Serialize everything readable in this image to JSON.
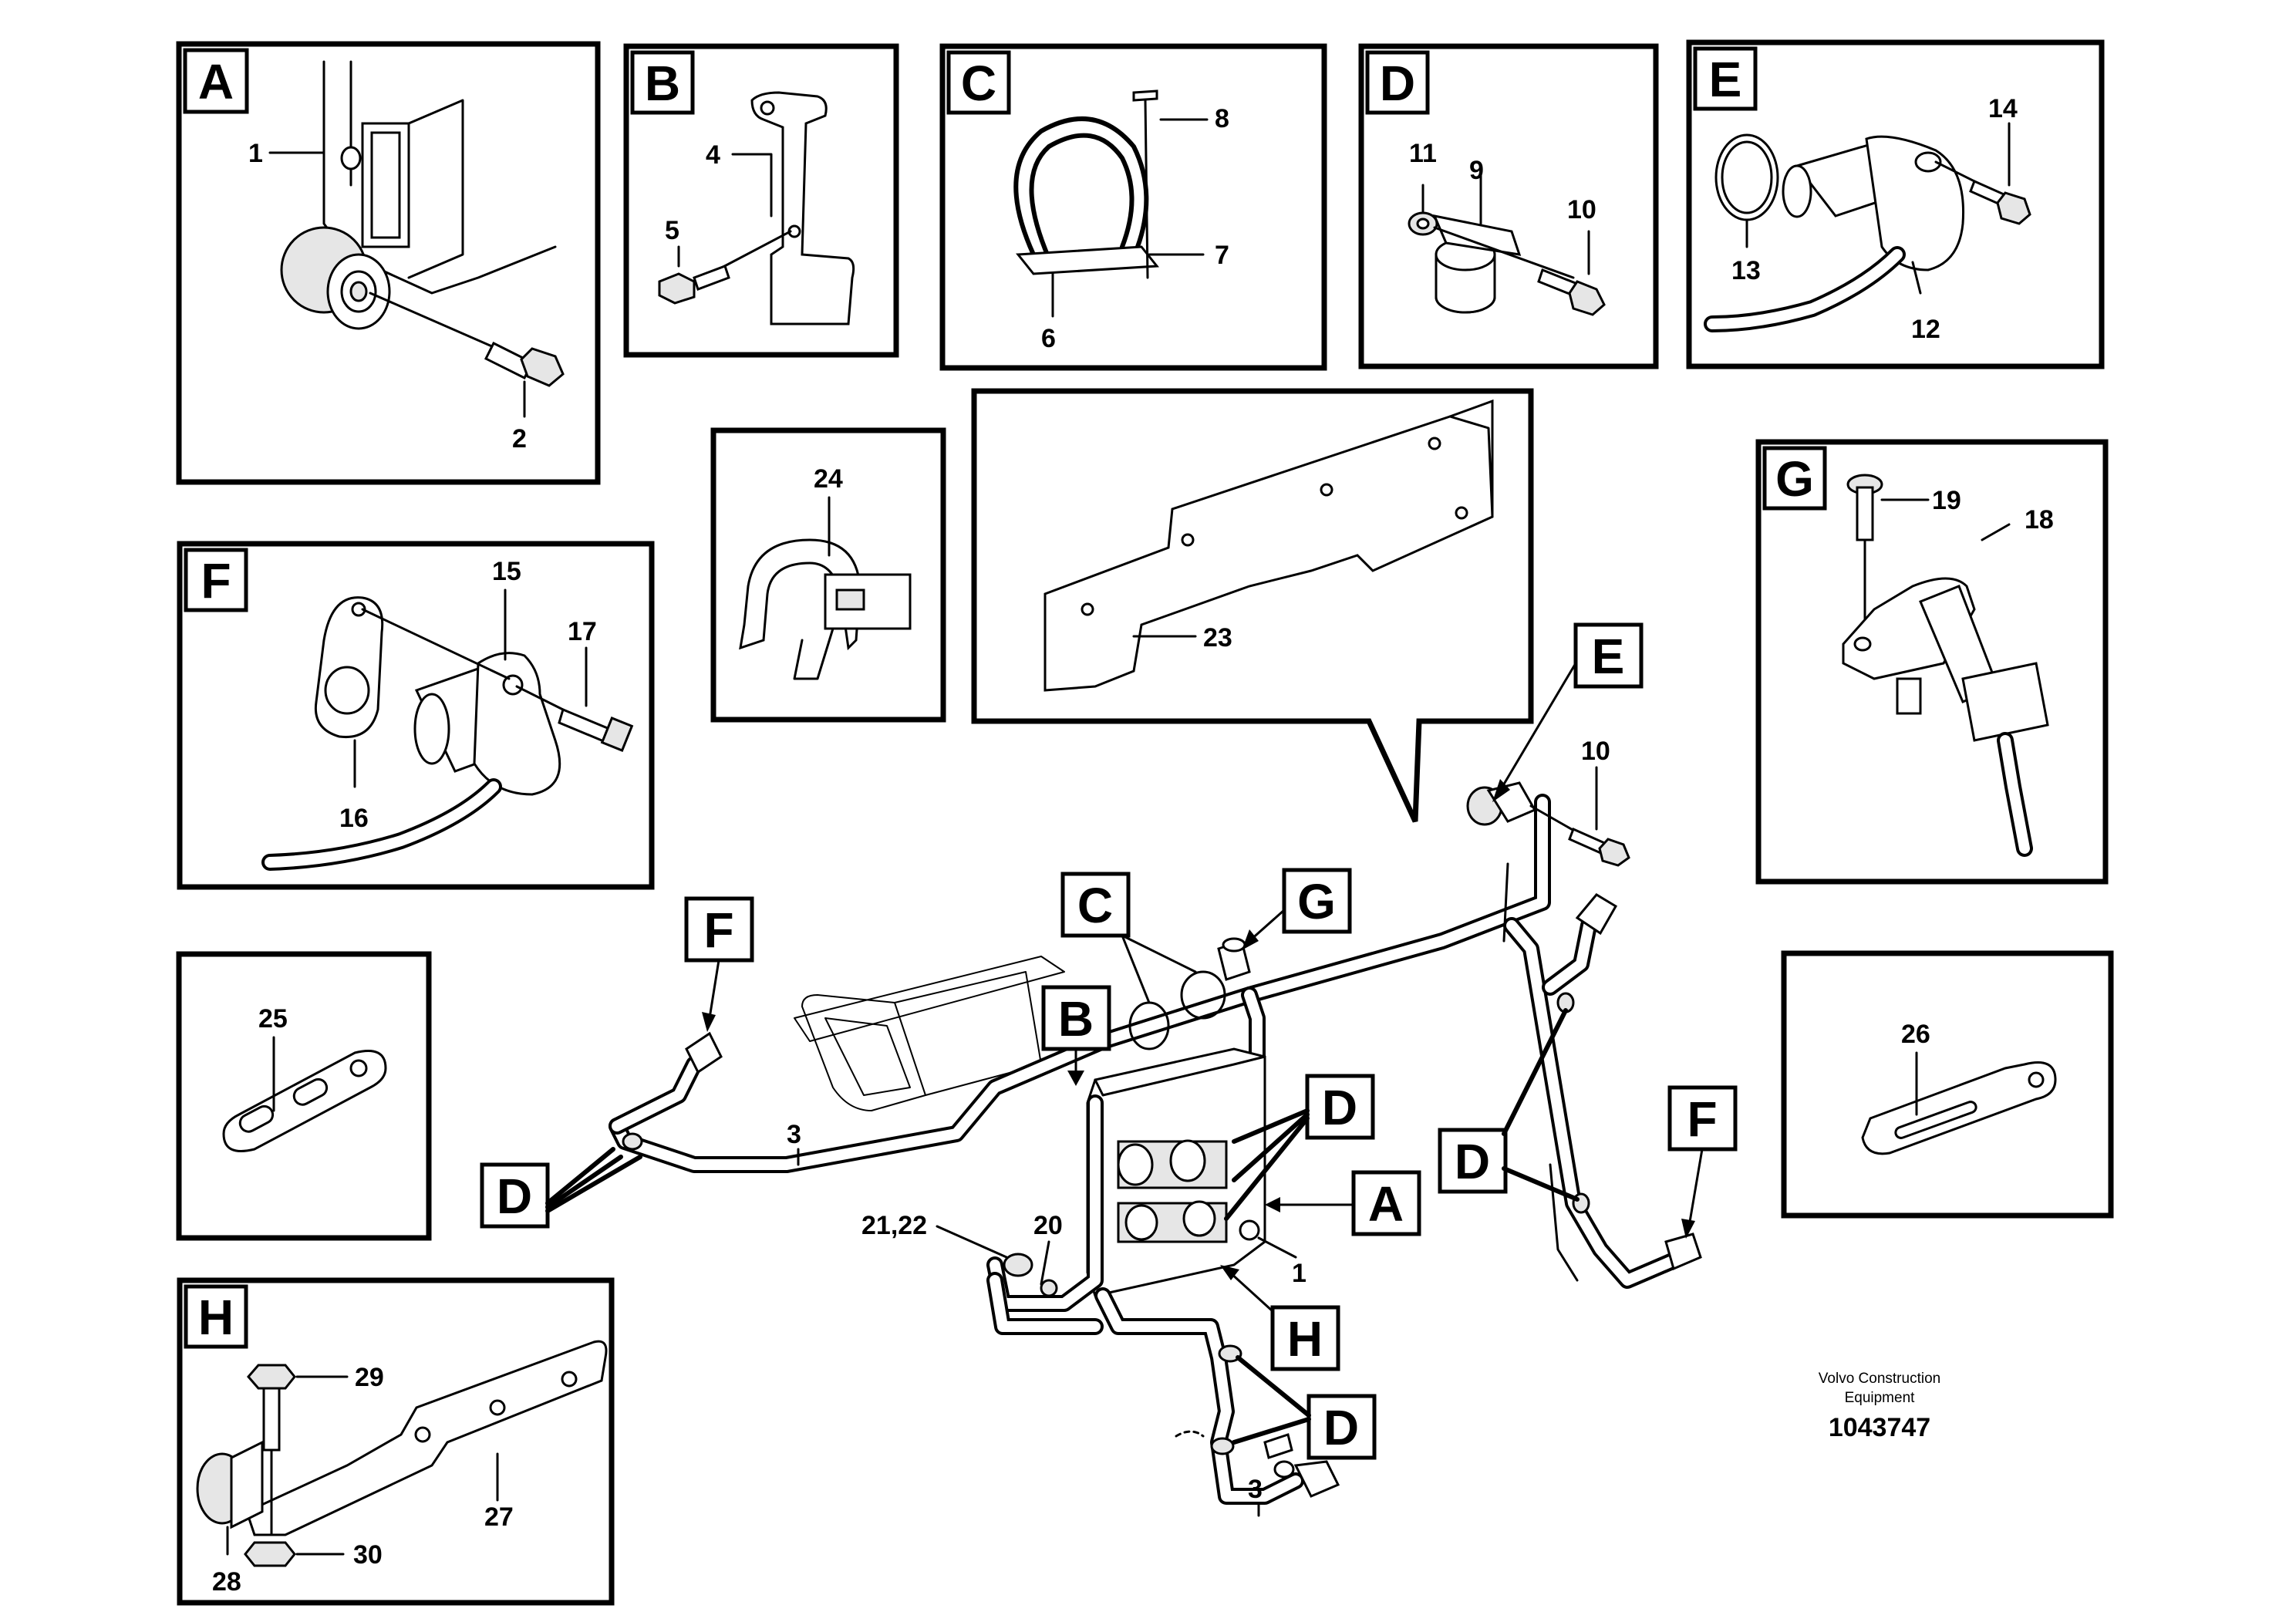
{
  "panels": {
    "A": {
      "letter": "A",
      "labels": [
        "1",
        "2"
      ]
    },
    "B": {
      "letter": "B",
      "labels": [
        "4",
        "5"
      ]
    },
    "C": {
      "letter": "C",
      "labels": [
        "8",
        "7",
        "6"
      ]
    },
    "D": {
      "letter": "D",
      "labels": [
        "11",
        "9",
        "10"
      ]
    },
    "E": {
      "letter": "E",
      "labels": [
        "14",
        "13",
        "12"
      ]
    },
    "F": {
      "letter": "F",
      "labels": [
        "15",
        "17",
        "16"
      ]
    },
    "G": {
      "letter": "G",
      "labels": [
        "19",
        "18"
      ]
    },
    "H": {
      "letter": "H",
      "labels": [
        "29",
        "27",
        "28",
        "30"
      ]
    },
    "p24": {
      "labels": [
        "24"
      ]
    },
    "p23": {
      "labels": [
        "23"
      ]
    },
    "p25": {
      "labels": [
        "25"
      ]
    },
    "p26": {
      "labels": [
        "26"
      ]
    }
  },
  "callouts": {
    "E": "E",
    "C": "C",
    "G": "G",
    "B": "B",
    "F_left": "F",
    "F_right": "F",
    "D_left": "D",
    "D_mid": "D",
    "D_right": "D",
    "D_bottom": "D",
    "A": "A",
    "H": "H"
  },
  "main_labels": {
    "n10": "10",
    "n3a": "3",
    "n2122": "21,22",
    "n20": "20",
    "n1": "1",
    "n3b": "3"
  },
  "footer": {
    "caption_line1": "Volvo Construction",
    "caption_line2": "Equipment",
    "doc_number": "1043747"
  },
  "colors": {
    "line": "#000000",
    "background": "#ffffff"
  }
}
